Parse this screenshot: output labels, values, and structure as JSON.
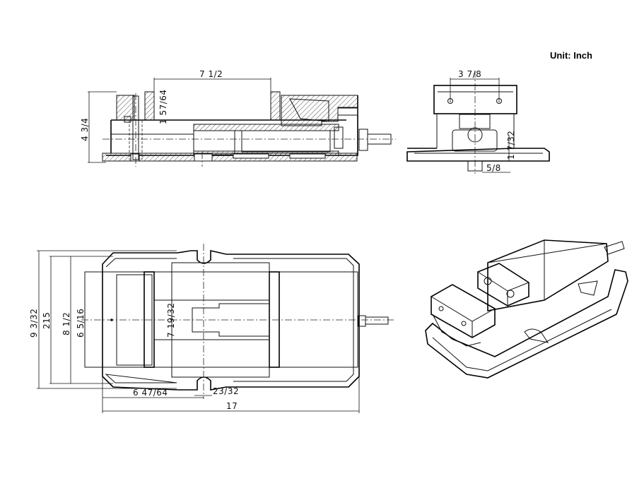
{
  "unit_label": "Unit: Inch",
  "side_section_view": {
    "jaw_opening": "7 1/2",
    "overall_height": "4 3/4",
    "jaw_height": "1 57/64"
  },
  "end_view": {
    "jaw_hole_spacing": "3 7/8",
    "center_height": "1 7/32",
    "key_width": "5/8"
  },
  "plan_view": {
    "base_width": "9 3/32",
    "base_width_mm": "215",
    "slot_spacing_width": "8 1/2",
    "jaw_width": "6 5/16",
    "body_width": "7 19/32",
    "slot_position": "6 47/64",
    "slot_width": "23/32",
    "overall_length": "17"
  }
}
